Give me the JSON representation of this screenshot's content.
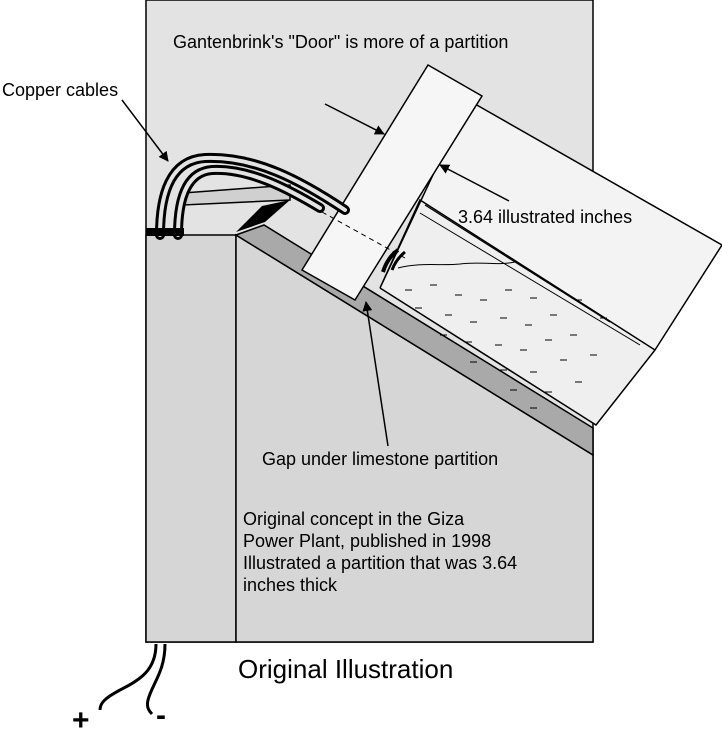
{
  "labels": {
    "title": "Gantenbrink's \"Door\" is more of a partition",
    "copper": "Copper cables",
    "thickness": "3.64 illustrated inches",
    "gap": "Gap under limestone partition",
    "caption": "Original Illustration",
    "plus": "+",
    "minus": "-"
  },
  "paragraph": [
    "Original concept in the Giza",
    "Power Plant, published in 1998",
    "Illustrated a partition that was 3.64",
    "inches thick"
  ],
  "colors": {
    "background_panel": "#e3e3e3",
    "block": "#d6d6d6",
    "slab": "#ededed",
    "ledge": "#a9a9a9",
    "outline": "#000000"
  }
}
